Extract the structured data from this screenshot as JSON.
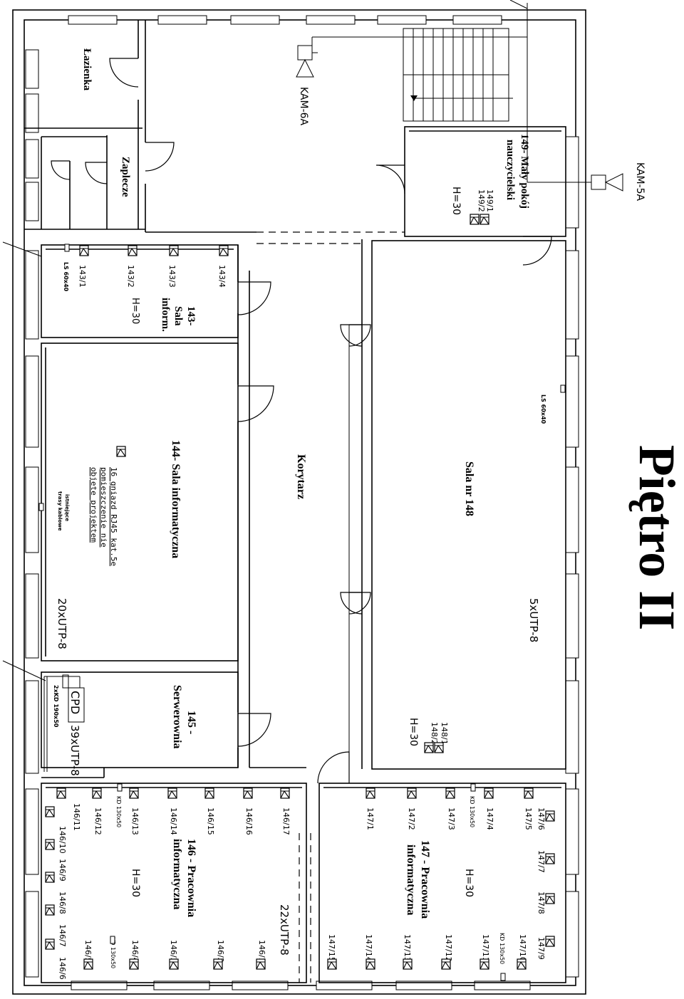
{
  "title": "Piętro II",
  "rooms": {
    "lazienka": "Łazienka",
    "zaplecze": "Zaplecze",
    "r149_line1": "149- Mały pokój",
    "r149_line2": "nauczycielski",
    "r143_line1": "143-",
    "r143_line2": "Sala",
    "r143_line3": "inform.",
    "r144": "144- Sala informatyczna",
    "r145_line1": "145 -",
    "r145_line2": "Serwerownia",
    "korytarz": "Korytarz",
    "r148": "Sala nr 148",
    "r146_line1": "146 - Pracownia",
    "r146_line2": "informatyczna",
    "r147_line1": "147 - Pracownia",
    "r147_line2": "informatyczna"
  },
  "cameras": {
    "kam6a": "KAM-6A",
    "kam5a": "KAM-5A"
  },
  "heights": {
    "h30": "H=30"
  },
  "cables": {
    "utp144": "20xUTP-8",
    "utp145": "39xUTP-8",
    "utp148": "5xUTP-8",
    "utp146": "22xUTP-8"
  },
  "notes": {
    "ls": "LS 60x40",
    "kd130": "KD 130x50",
    "kd190": "2xKD 190x50",
    "cpd": "CPD",
    "note144_1": "16 gniazd RJ45 kat.5e",
    "note144_2": "pomieszczenie nie",
    "note144_3": "objete projektem",
    "trasy_1": "istniejące",
    "trasy_2": "trasy kablowe"
  },
  "outlets": {
    "o149_1": "149/1",
    "o149_2": "149/2",
    "o143_1": "143/1",
    "o143_2": "143/2",
    "o143_3": "143/3",
    "o143_4": "143/4",
    "o148_1": "148/1",
    "o148_2": "148/2",
    "o146_1": "146/1",
    "o146_2": "146/2",
    "o146_3": "146/3",
    "o146_4": "146/4",
    "o146_5": "146/5",
    "o146_6": "146/6",
    "o146_7": "146/7",
    "o146_8": "146/8",
    "o146_9": "146/9",
    "o146_10": "146/10",
    "o146_11": "146/11",
    "o146_12": "146/12",
    "o146_13": "146/13",
    "o146_14": "146/14",
    "o146_15": "146/15",
    "o146_16": "146/16",
    "o146_17": "146/17",
    "o147_1": "147/1",
    "o147_2": "147/2",
    "o147_3": "147/3",
    "o147_4": "147/4",
    "o147_5": "147/5",
    "o147_6": "147/6",
    "o147_7": "147/7",
    "o147_8": "147/8",
    "o147_9": "147/9",
    "o147_10": "147/10",
    "o147_11": "147/11",
    "o147_12": "147/12",
    "o147_13": "147/13",
    "o147_14": "147/14",
    "o147_15": "147/15"
  }
}
